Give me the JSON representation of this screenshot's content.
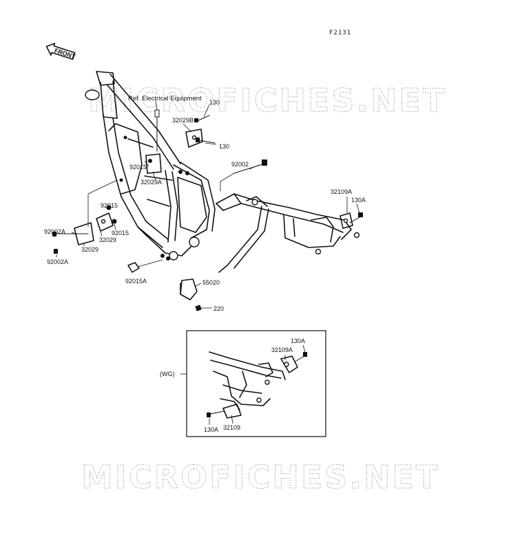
{
  "figure_number": "F2131",
  "front_arrow_label": "FRONT",
  "watermark_text": "MICROFICHES.NET",
  "reference_note": "Ref. Electrical Equipment",
  "variant_label": "(WG)",
  "colors": {
    "line": "#111111",
    "watermark": "#8a8a8a",
    "background": "#ffffff"
  },
  "part_labels": {
    "p130_top": "130",
    "p32029B": "32029B",
    "p130_mid": "130",
    "p92015_a": "92015",
    "p32029A": "32029A",
    "p92002_top": "92002",
    "p32109A": "32109A",
    "p130A_right": "130A",
    "p92015_b": "92015",
    "p92002A_upper": "92002A",
    "p92015_c": "92015",
    "p32029_a": "32029",
    "p32029_b": "32029",
    "p92002A_lower": "92002A",
    "p92015A": "92015A",
    "p55020": "55020",
    "p220": "220",
    "p130A_inset_top": "130A",
    "p32109A_inset": "32109A",
    "p130A_inset_bottom": "130A",
    "p32109_inset": "32109"
  }
}
